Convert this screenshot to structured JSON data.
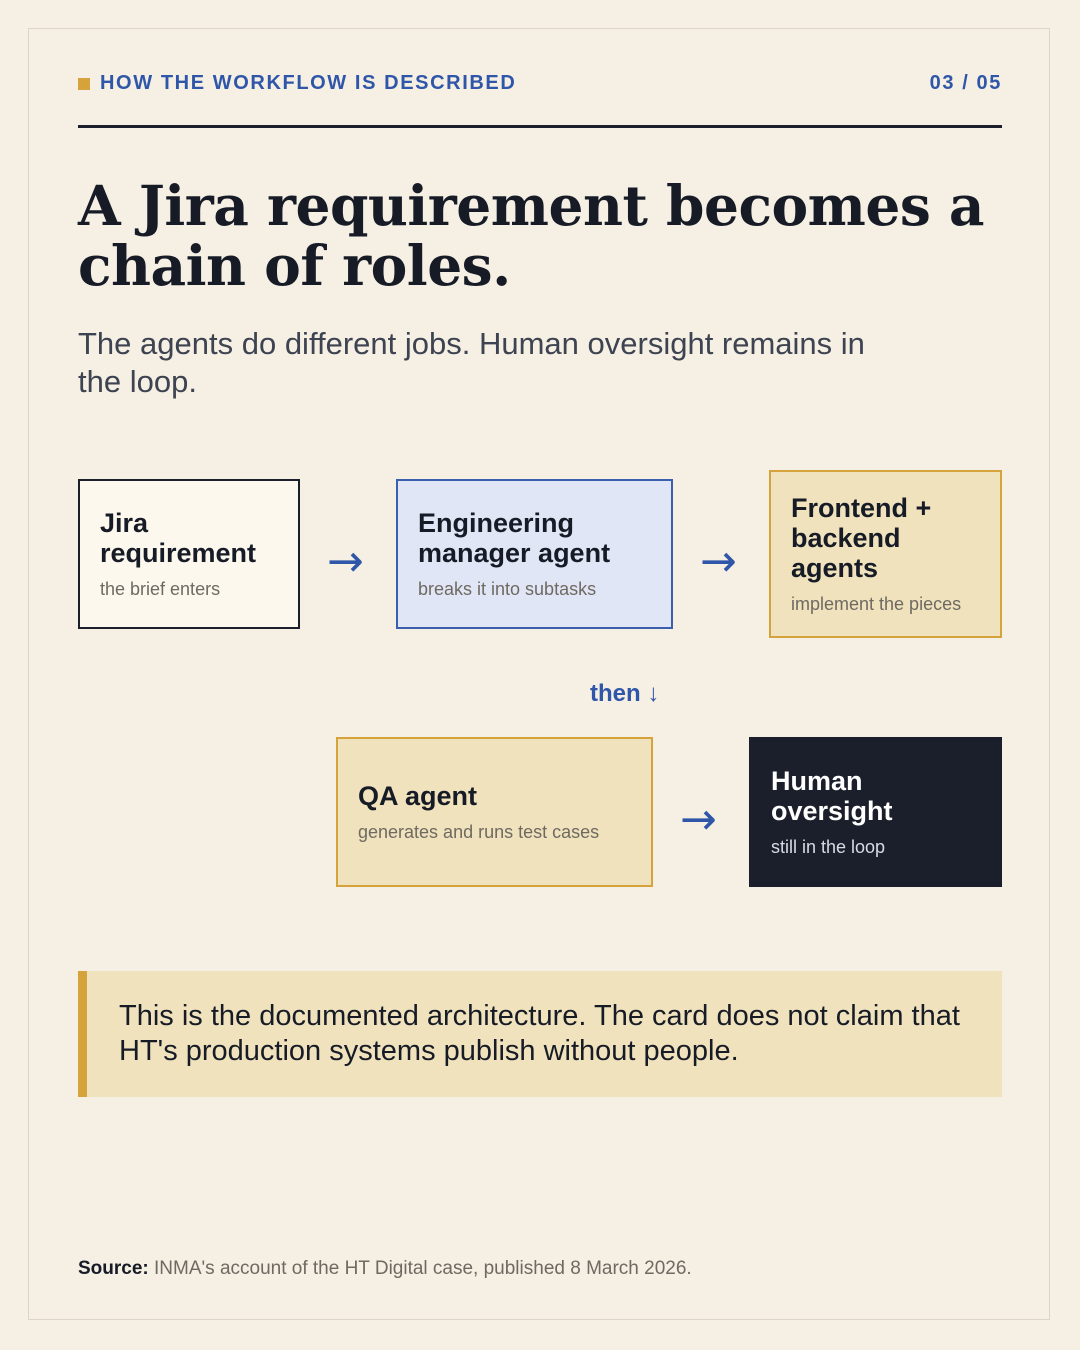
{
  "header": {
    "kicker": "HOW THE WORKFLOW IS DESCRIBED",
    "page_indicator": "03 / 05"
  },
  "title": "A Jira requirement becomes a chain of roles.",
  "subtitle": "The agents do different jobs. Human oversight remains in the loop.",
  "flow": {
    "nodes": [
      {
        "title": "Jira requirement",
        "subtitle": "the brief enters"
      },
      {
        "title": "Engineering manager agent",
        "subtitle": "breaks it into subtasks"
      },
      {
        "title": "Frontend + backend agents",
        "subtitle": "implement the pieces"
      },
      {
        "title": "QA agent",
        "subtitle": "generates and runs test cases"
      },
      {
        "title": "Human oversight",
        "subtitle": "still in the loop"
      }
    ],
    "arrow_glyph": "→",
    "connector_label": "then ↓"
  },
  "note": "This is the documented architecture. The card does not claim that HT's production systems publish without people.",
  "source": {
    "label": "Source:",
    "text": "INMA's account of the HT Digital case, published 8 March 2026."
  },
  "colors": {
    "background": "#f5efe4",
    "accent_blue": "#2f56a8",
    "accent_gold": "#d6a23c",
    "dark": "#1a1f2b"
  }
}
